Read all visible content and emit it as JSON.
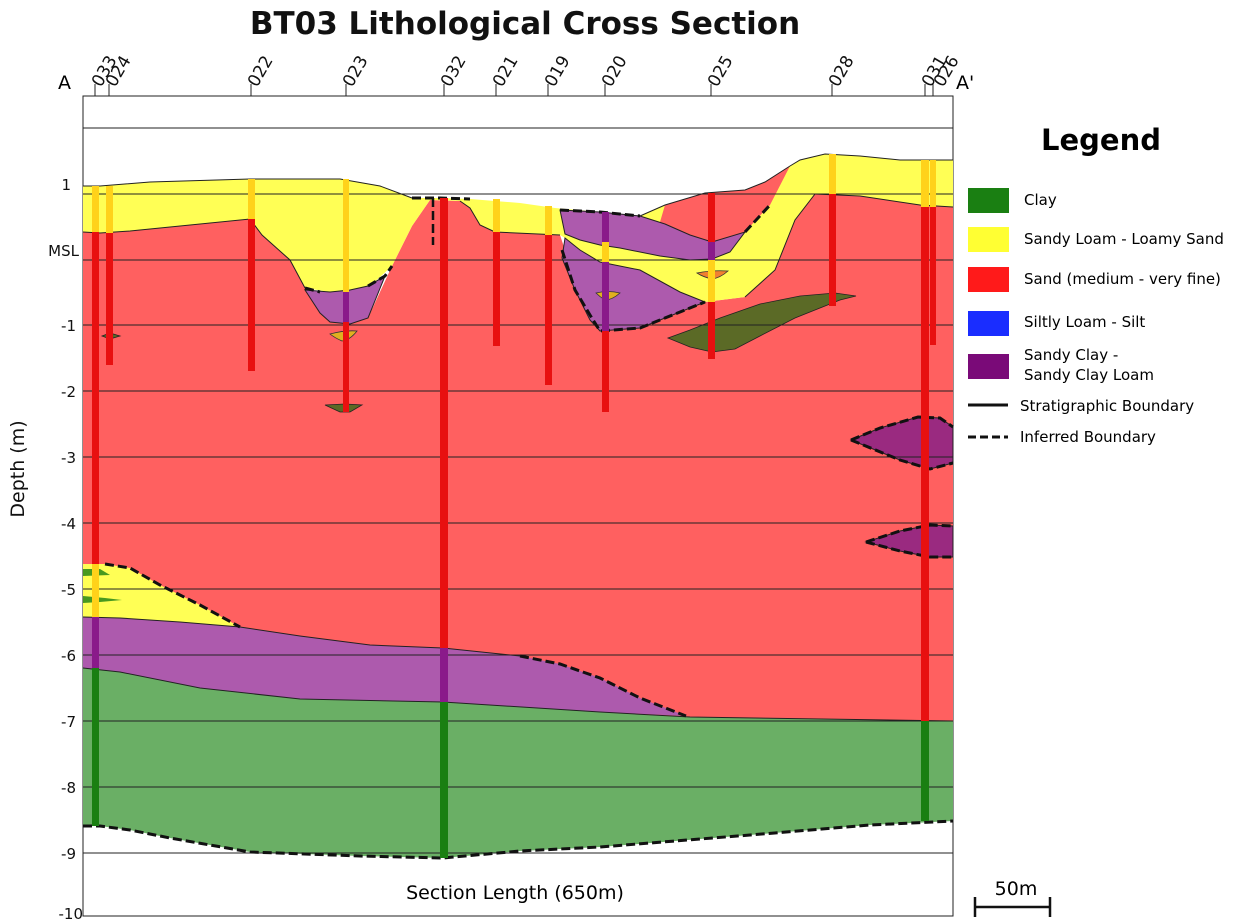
{
  "title": "BT03 Lithological Cross Section",
  "y_axis_label": "Depth (m)",
  "section_start_label": "A",
  "section_end_label": "A'",
  "x_axis_label": "Section Length (650m)",
  "scale_bar_label": "50m",
  "depth_ticks": [
    "1",
    "MSL",
    "-1",
    "-2",
    "-3",
    "-4",
    "-5",
    "-6",
    "-7",
    "-8",
    "-9",
    "-10"
  ],
  "boreholes": [
    "033",
    "024",
    "022",
    "023",
    "032",
    "021",
    "019",
    "020",
    "025",
    "028",
    "031",
    "026"
  ],
  "legend": {
    "title": "Legend",
    "items": [
      {
        "label": "Clay",
        "color": "#1a7f12"
      },
      {
        "label": "Sandy Loam - Loamy Sand",
        "color": "#ffff33"
      },
      {
        "label": "Sand (medium - very fine)",
        "color": "#ff1a1a"
      },
      {
        "label": "Siltly Loam - Silt",
        "color": "#1a2dff"
      },
      {
        "label": "Sandy Clay -",
        "label2": "Sandy Clay Loam",
        "color": "#7a0a78"
      }
    ],
    "lines": [
      {
        "label": "Stratigraphic Boundary",
        "style": "solid"
      },
      {
        "label": "Inferred Boundary",
        "style": "dashed"
      }
    ]
  },
  "colors": {
    "clay_fill": "#6aaf65",
    "sandy_loam_fill": "#ffff55",
    "sand_fill": "#ff6060",
    "sandy_clay_fill": "#ad5aad",
    "lens_clay": "#5b6a26"
  }
}
